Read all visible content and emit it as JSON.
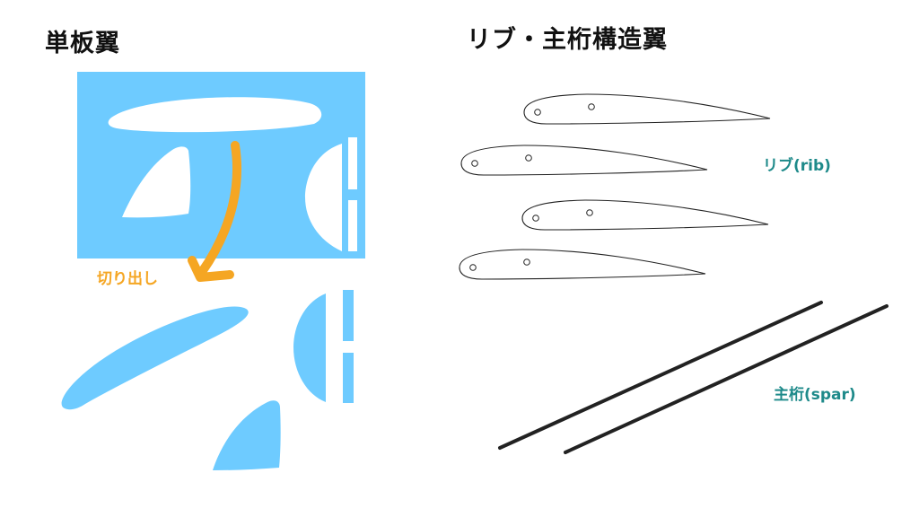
{
  "titles": {
    "left": "単板翼",
    "right": "リブ・主桁構造翼"
  },
  "labels": {
    "cut_out": "切り出し",
    "rib": "リブ(rib)",
    "spar": "主桁(spar)"
  },
  "colors": {
    "sheet_blue": "#6ecbff",
    "arrow_orange": "#f5a623",
    "label_teal": "#1e8a8a",
    "outline": "#222222"
  }
}
